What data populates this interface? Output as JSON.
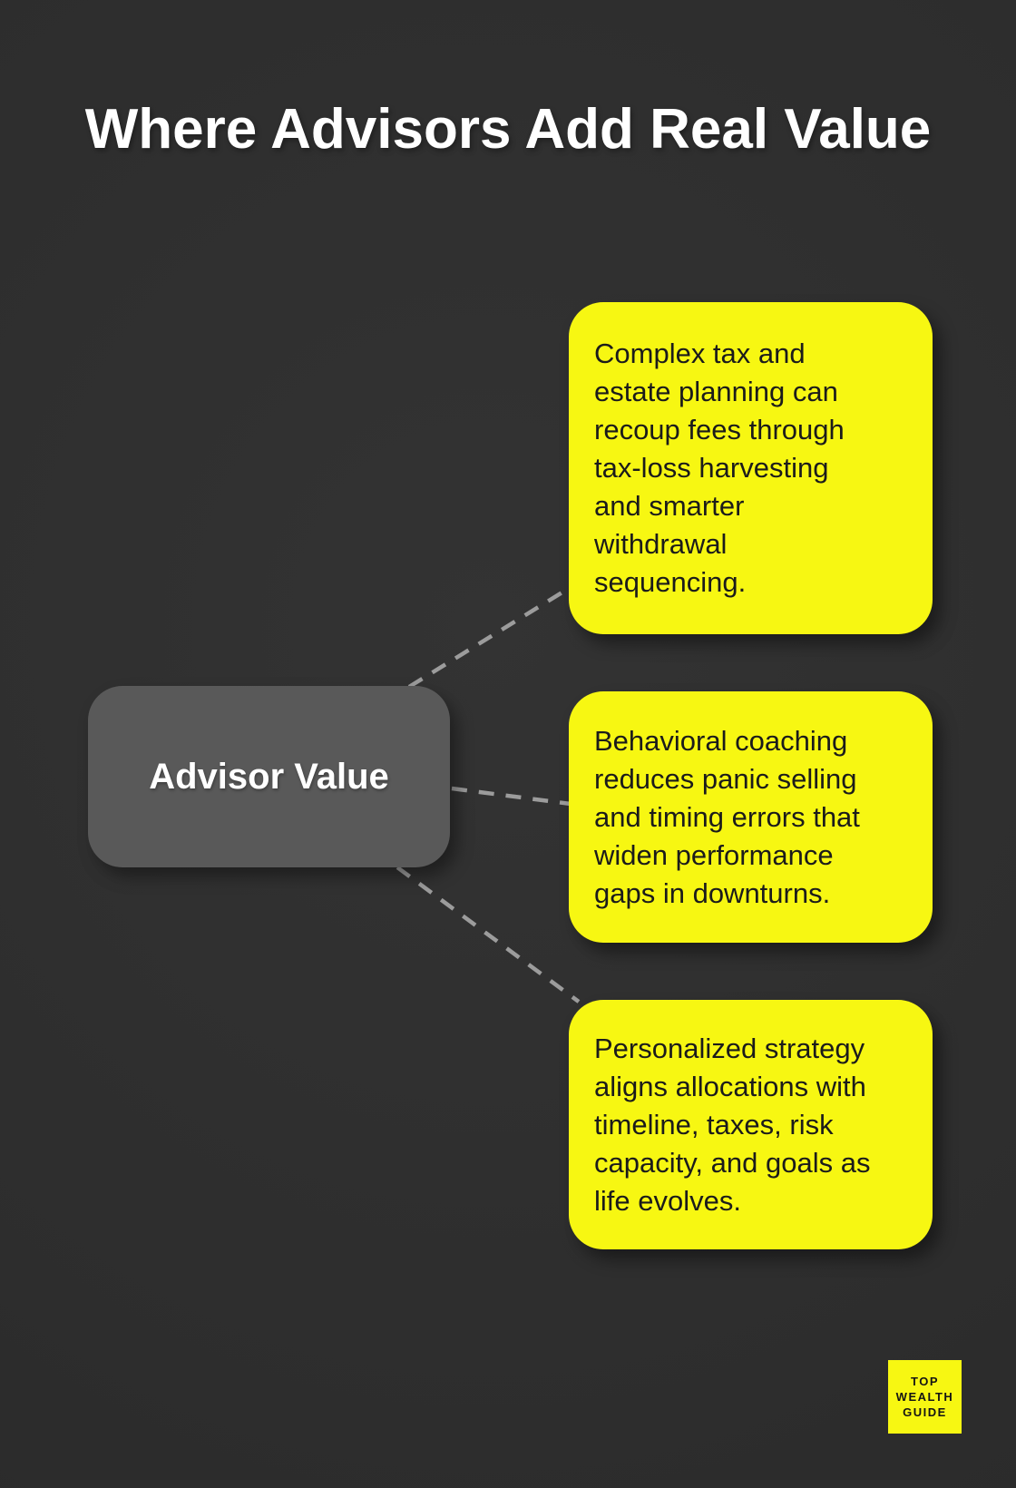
{
  "title": "Where Advisors Add Real Value",
  "center_node": {
    "label": "Advisor Value"
  },
  "branches": [
    {
      "text": "Complex tax and\nestate planning can\nrecoup fees through\ntax-loss harvesting\nand smarter\nwithdrawal\nsequencing."
    },
    {
      "text": "Behavioral coaching\nreduces panic selling\nand timing errors that\nwiden performance\ngaps in downturns."
    },
    {
      "text": "Personalized strategy\naligns allocations with\ntimeline, taxes, risk\ncapacity, and goals as\nlife evolves."
    }
  ],
  "logo": {
    "lines": [
      "TOP",
      "WEALTH",
      "GUIDE"
    ]
  },
  "colors": {
    "background": "#2d2d2d",
    "branch_yellow": "#f7f712",
    "center_gray": "#595959",
    "connector_gray": "#9c9c9c",
    "text_on_yellow": "#1b1b1b",
    "text_on_dark": "#ffffff"
  }
}
